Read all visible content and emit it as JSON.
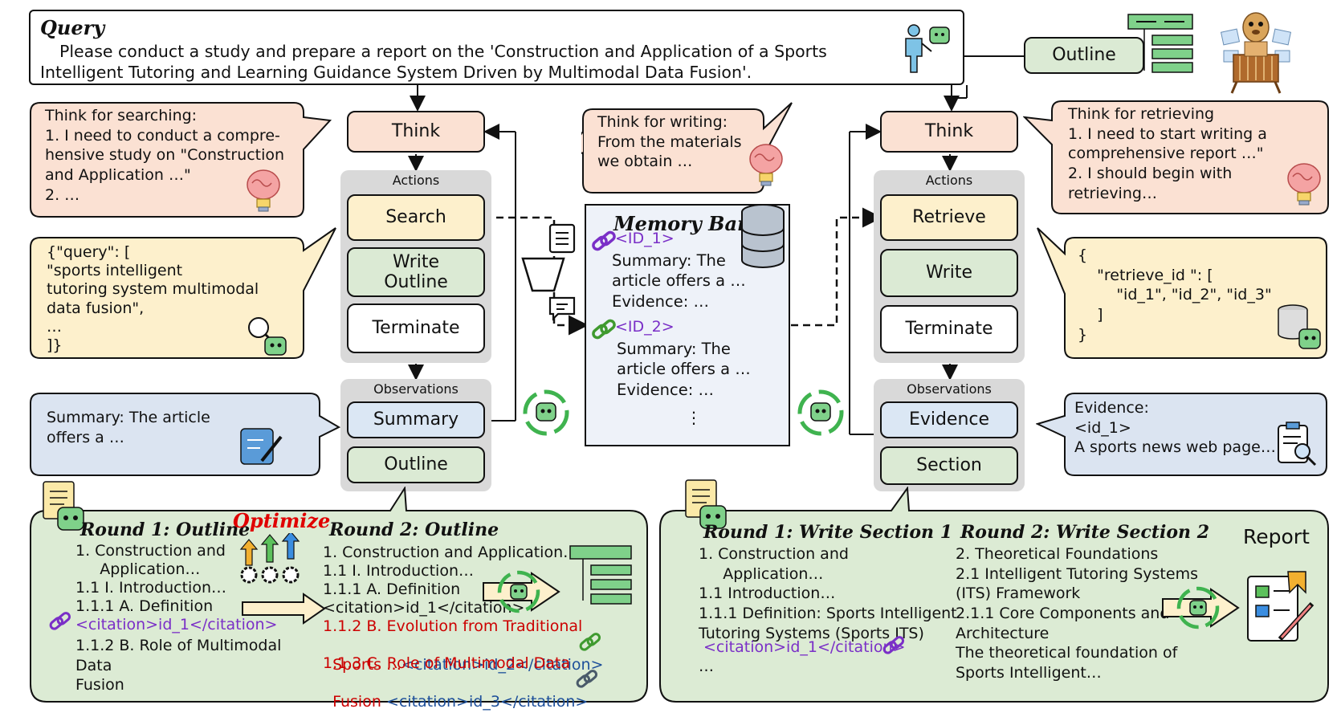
{
  "query": {
    "title": "Query",
    "text": "Please conduct a study and prepare a report on the 'Construction and Application of a Sports Intelligent Tutoring and Learning Guidance System Driven by Multimodal Data Fusion'."
  },
  "outline_label": "Outline",
  "left_agent": {
    "think": "Think",
    "actions_label": "Actions",
    "actions": [
      "Search",
      "Write\nOutline",
      "Terminate"
    ],
    "observations_label": "Observations",
    "observations": [
      "Summary",
      "Outline"
    ]
  },
  "right_agent": {
    "think": "Think",
    "actions_label": "Actions",
    "actions": [
      "Retrieve",
      "Write",
      "Terminate"
    ],
    "observations_label": "Observations",
    "observations": [
      "Evidence",
      "Section"
    ]
  },
  "bubbles": {
    "think_searching": "Think for searching:\n1. I need to conduct a compre-\nhensive study on \"Construction\nand Application …\"\n2. …",
    "query_json": "{\"query\": [\n        \"sports intelligent\ntutoring system multimodal\ndata fusion\",\n            …\n]}",
    "summary": "Summary:  The article\noffers a …",
    "think_writing": "Think for writing:\nFrom the materials\nwe obtain …",
    "think_retrieving": "Think for retrieving\n1. I need to start writing a\ncomprehensive report …\"\n2. I should begin with\nretrieving…",
    "retrieve_json": "{\n    \"retrieve_id \": [\n        \"id_1\", \"id_2\", \"id_3\"\n    ]\n}",
    "evidence": "Evidence:\n<id_1>\nA sports news web page…"
  },
  "memory_bank": {
    "title": "Memory Bank",
    "id1": "<ID_1>",
    "id1_text": "Summary:  The\narticle offers a …\nEvidence: …",
    "id2": "<ID_2>",
    "id2_text": "Summary:  The\narticle offers a …\nEvidence: …",
    "more": "⋮"
  },
  "bottom_left": {
    "round1_title": "Round 1: Outline",
    "optimize": "Optimize",
    "round2_title": "Round 2: Outline",
    "r1_lines": [
      "1. Construction and",
      "     Application…",
      "1.1 I. Introduction…",
      "1.1.1 A. Definition"
    ],
    "r1_citation": "<citation>id_1</citation>",
    "r1_tail": "1.1.2 B. Role of Multimodal Data\nFusion",
    "r2_lines": [
      "1. Construction and Application…",
      "1.1 I. Introduction…",
      "1.1.1 A. Definition",
      "<citation>id_1</citation>"
    ],
    "r2_red1": "1.1.2 B. Evolution from Traditional",
    "r2_red1b": "Sports …",
    "r2_cit2": "<citation>id_2</citation>",
    "r2_red2": "1.1.3 C. Role of Multimodal Data",
    "r2_red2b": "Fusion ",
    "r2_cit3": "<citation>id_3</citation>"
  },
  "bottom_right": {
    "round1_title": "Round 1: Write Section 1",
    "round2_title": "Round 2: Write Section 2",
    "report": "Report",
    "r1_text": "1. Construction and\n     Application…\n1.1 Introduction…\n1.1.1 Definition: Sports Intelligent\nTutoring Systems (Sports ITS)",
    "r1_citation": "<citation>id_1</citation>",
    "r1_more": "…",
    "r2_text": "2. Theoretical Foundations\n2.1 Intelligent Tutoring Systems\n(ITS) Framework\n2.1.1 Core Components and\nArchitecture\nThe theoretical foundation of\nSports Intelligent…"
  },
  "colors": {
    "think": "#fbe1d3",
    "search": "#fdf0cc",
    "green": "#dbead4",
    "obs_blue": "#dbe7f4",
    "memory": "#eef2f9",
    "bubble_pink": "#fbe1d3",
    "bubble_yellow": "#fdf0cc",
    "bubble_blue": "#dbe4f1",
    "bottom_green": "#dcebd4",
    "optimize_red": "#e00000"
  }
}
